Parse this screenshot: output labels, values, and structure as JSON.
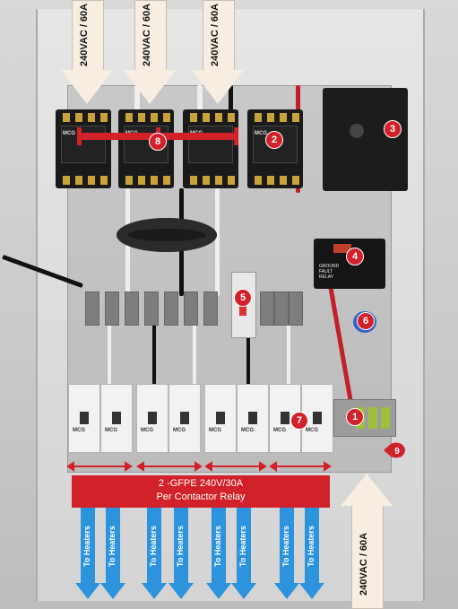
{
  "image": {
    "description_labels": {
      "supply_arrows": [
        "240VAC / 60A",
        "240VAC / 60A",
        "240VAC / 60A"
      ],
      "bottom_supply_arrow": "240VAC / 60A",
      "gfpe_box": [
        "2 -GFPE 240V/30A",
        "Per Contactor Relay"
      ],
      "heater_arrows": [
        "To Heaters",
        "To Heaters",
        "To Heaters",
        "To Heaters",
        "To Heaters",
        "To Heaters",
        "To Heaters",
        "To Heaters"
      ],
      "badges": [
        "1",
        "2",
        "3",
        "4",
        "5",
        "6",
        "7",
        "8",
        "9"
      ],
      "contactor_brand": "MCG",
      "gf_relay_label": [
        "GROUND",
        "FAULT",
        "RELAY"
      ]
    },
    "colors": {
      "callout_red": "#d1212a",
      "heater_blue": "#2c93dc",
      "supply_arrow_fill": "#f7eee1"
    }
  }
}
